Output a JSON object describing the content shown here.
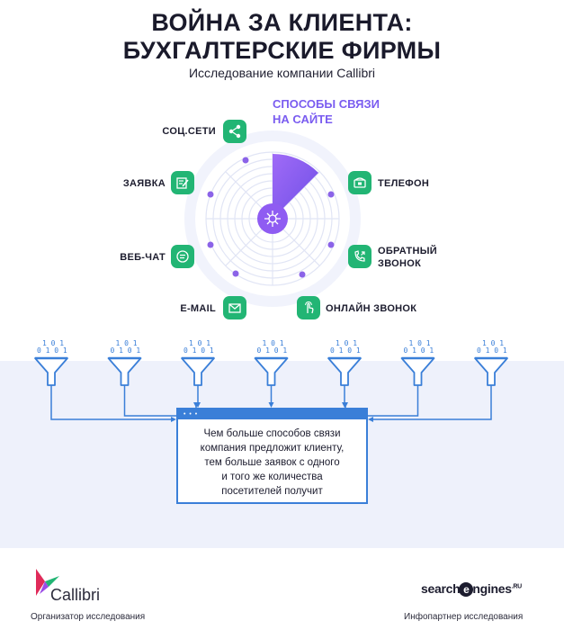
{
  "header": {
    "title_line1": "ВОЙНА ЗА КЛИЕНТА:",
    "title_line2": "БУХГАЛТЕРСКИЕ ФИРМЫ",
    "subtitle": "Исследование компании Callibri"
  },
  "radar": {
    "title_line1": "СПОСОБЫ СВЯЗИ",
    "title_line2": "НА САЙТЕ",
    "channels": [
      {
        "label": "СОЦ.СЕТИ",
        "icon": "share-icon"
      },
      {
        "label": "ЗАЯВКА",
        "icon": "form-edit-icon"
      },
      {
        "label": "ВЕБ-ЧАТ",
        "icon": "chat-icon"
      },
      {
        "label": "E-MAIL",
        "icon": "envelope-icon"
      },
      {
        "label": "ТЕЛЕФОН",
        "icon": "phone-icon"
      },
      {
        "label_line1": "ОБРАТНЫЙ",
        "label_line2": "ЗВОНОК",
        "icon": "callback-icon"
      },
      {
        "label": "ОНЛАЙН ЗВОНОК",
        "icon": "tap-icon"
      }
    ],
    "colors": {
      "accent_green": "#22b574",
      "sector_purple": "#8a5cf6",
      "dot_purple": "#8b63e8",
      "ring": "#e6e9f7"
    }
  },
  "funnels": {
    "count": 7,
    "binary_top": "1 0 1",
    "binary_bottom": "0 1 0 1"
  },
  "message": {
    "line1": "Чем больше способов связи",
    "line2": "компания предложит клиенту,",
    "line3": "тем больше заявок с одного",
    "line4": "и того же количества",
    "line5": "посетителей получит",
    "bar_dots": "• • •"
  },
  "footer": {
    "organizer_name": "Callibri",
    "organizer_label": "Организатор исследования",
    "partner_logo_left": "search",
    "partner_logo_right": "ngines",
    "partner_logo_ru": ".RU",
    "partner_label": "Инфопартнер исследования"
  }
}
